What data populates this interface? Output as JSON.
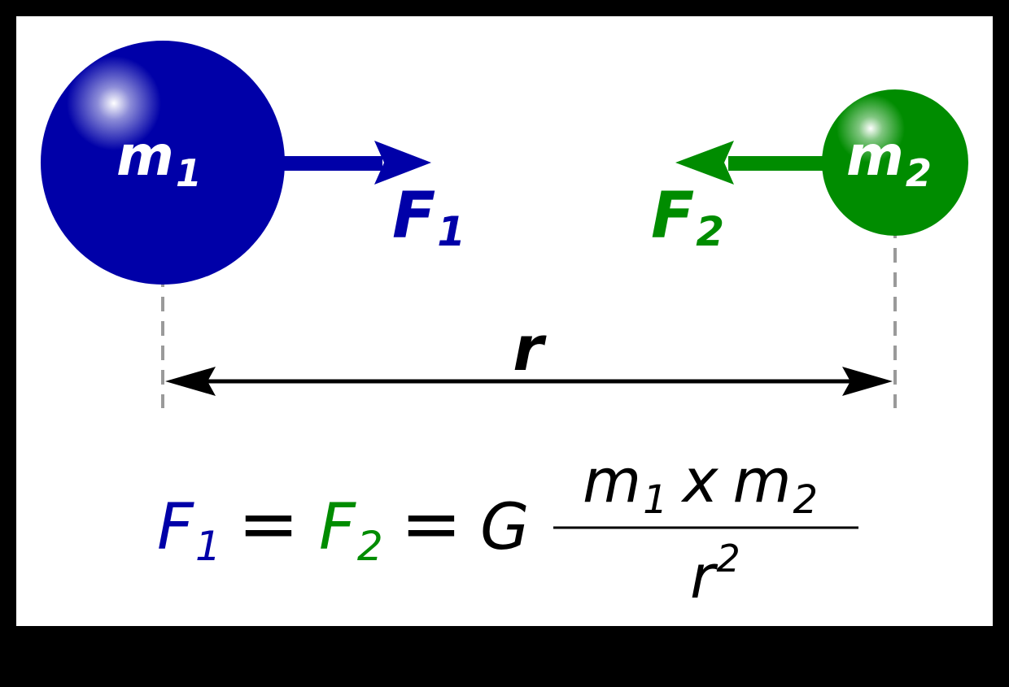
{
  "colors": {
    "background": "#000000",
    "panel": "#ffffff",
    "mass1": "#0000a8",
    "mass2": "#008c00",
    "distance": "#000000",
    "guide": "#9a9a9a",
    "text": "#000000"
  },
  "mass1": {
    "symbol": "m",
    "subscript": "1"
  },
  "mass2": {
    "symbol": "m",
    "subscript": "2"
  },
  "force1": {
    "symbol": "F",
    "subscript": "1"
  },
  "force2": {
    "symbol": "F",
    "subscript": "2"
  },
  "distance": {
    "symbol": "r"
  },
  "equation": {
    "lhs1_symbol": "F",
    "lhs1_subscript": "1",
    "eq1": "=",
    "lhs2_symbol": "F",
    "lhs2_subscript": "2",
    "eq2": "=",
    "constant": "G",
    "numerator_m1": "m",
    "numerator_m1_sub": "1",
    "operator": "x",
    "numerator_m2": "m",
    "numerator_m2_sub": "2",
    "denominator": "r",
    "denominator_exp": "2"
  }
}
